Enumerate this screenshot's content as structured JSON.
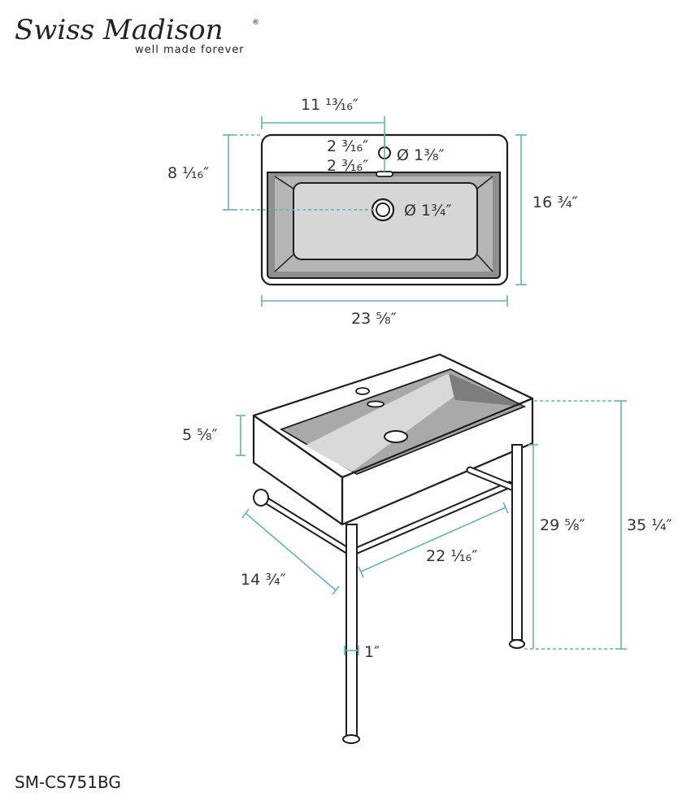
{
  "brand": {
    "name": "Swiss Madison",
    "registered": "®",
    "tagline": "well made forever"
  },
  "model": "SM-CS751BG",
  "colors": {
    "dimension": "#5fb3bd",
    "outline": "#1e1e1e",
    "basin": "#c8c8c8",
    "basin_wall": "#8a8a8a"
  },
  "top_view": {
    "faucet_offset": "11 ¹³⁄₁₆″",
    "faucet_hole_from_back": "2 ³⁄₁₆″",
    "overflow_from_faucet": "2 ³⁄₁₆″",
    "faucet_hole_diameter": "Ø 1³⁄₈″",
    "drain_from_back": "8 ¹⁄₁₆″",
    "drain_diameter": "Ø 1³⁄₄″",
    "depth": "16 ³⁄₄″",
    "width": "23 ⁵⁄₈″"
  },
  "perspective_view": {
    "basin_height": "5 ⁵⁄₈″",
    "leg_height": "29 ⁵⁄₈″",
    "total_height": "35 ¹⁄₄″",
    "towel_bar_length": "22 ¹⁄₁₆″",
    "side_depth": "14 ³⁄₄″",
    "leg_diameter": "1″"
  }
}
